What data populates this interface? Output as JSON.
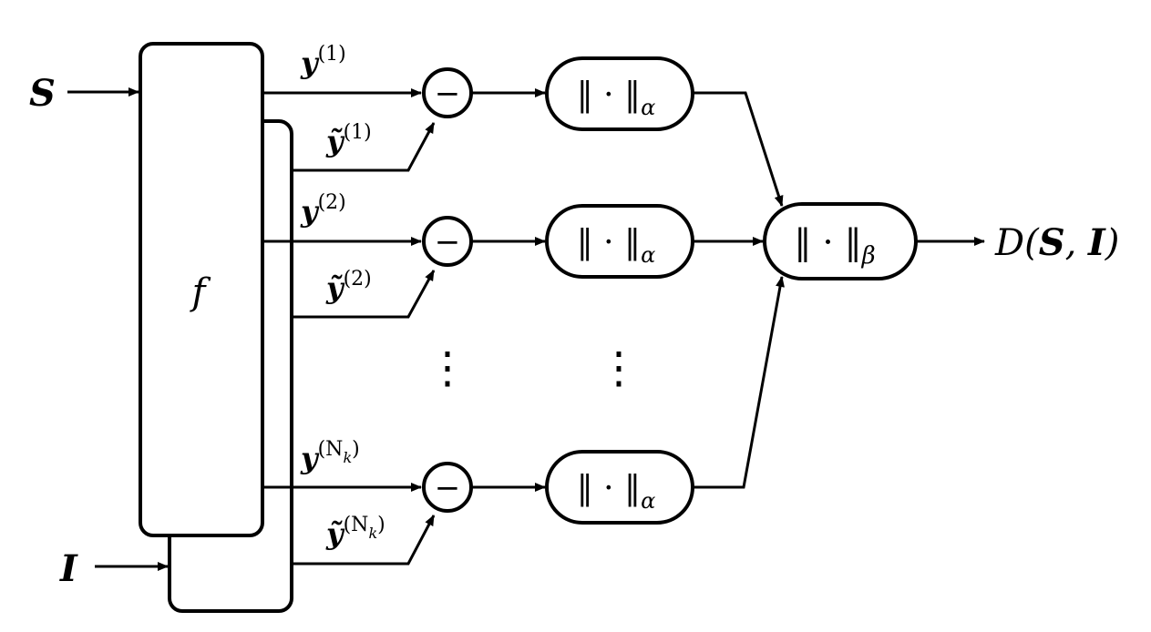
{
  "inputs": {
    "s": "S",
    "i": "I"
  },
  "function_label": "f",
  "outputs": [
    {
      "y_base": "y",
      "y_sup": "(1)",
      "yt_base": "ỹ",
      "yt_sup": "(1)"
    },
    {
      "y_base": "y",
      "y_sup": "(2)",
      "yt_base": "ỹ",
      "yt_sup": "(2)"
    },
    {
      "y_base": "y",
      "y_sup": "(N",
      "y_sub": "k",
      "y_close": ")",
      "yt_base": "ỹ",
      "yt_sup": "(N",
      "yt_sub": "k",
      "yt_close": ")"
    }
  ],
  "minus_symbol": "−",
  "norm_alpha": {
    "bars": "‖ · ‖",
    "sub": "α"
  },
  "norm_beta": {
    "bars": "‖ · ‖",
    "sub": "β"
  },
  "vertical_dots": "⋮",
  "result": {
    "prefix": "D(",
    "s": "S",
    "comma": ", ",
    "i": "I",
    "suffix": ")"
  }
}
